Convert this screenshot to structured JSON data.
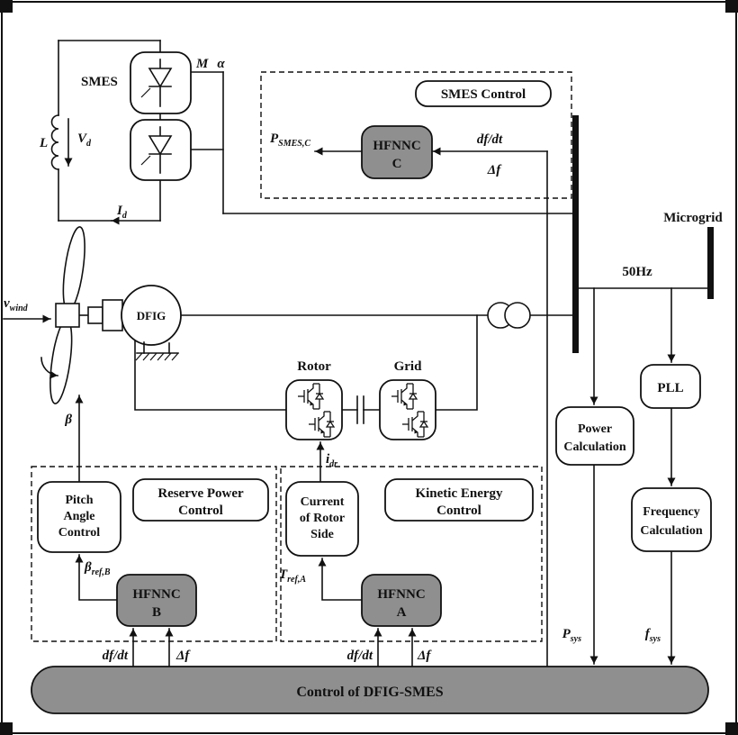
{
  "colors": {
    "gray": "#8f8f8f",
    "line": "#111111"
  },
  "smes": {
    "label": "SMES",
    "inductor": "L",
    "vd_main": "V",
    "vd_sub": "d",
    "id_main": "I",
    "id_sub": "d",
    "m": "M",
    "alpha": "α"
  },
  "smes_control": {
    "title": "SMES Control",
    "hfnnc1": "HFNNC",
    "hfnnc2": "C",
    "out_main": "P",
    "out_sub": "SMES,C",
    "dfdt": "df/dt",
    "df": "Δf"
  },
  "turbine": {
    "wind_main": "v",
    "wind_sub": "wind",
    "beta": "β",
    "dfig": "DFIG"
  },
  "converter": {
    "rotor": "Rotor",
    "grid": "Grid"
  },
  "grid": {
    "microgrid": "Microgrid",
    "hz": "50Hz"
  },
  "reserve": {
    "title1": "Reserve Power",
    "title2": "Control",
    "pitch1": "Pitch",
    "pitch2": "Angle",
    "pitch3": "Control",
    "hfnnc1": "HFNNC",
    "hfnnc2": "B",
    "bref_main": "β",
    "bref_sub": "ref,B",
    "dfdt": "df/dt",
    "df": "Δf"
  },
  "kinetic": {
    "title1": "Kinetic Energy",
    "title2": "Control",
    "cur1": "Current",
    "cur2": "of Rotor",
    "cur3": "Side",
    "hfnnc1": "HFNNC",
    "hfnnc2": "A",
    "tref_main": "T",
    "tref_sub": "ref,A",
    "idr_main": "i",
    "idr_sub": "dr",
    "dfdt": "df/dt",
    "df": "Δf"
  },
  "measure": {
    "power1": "Power",
    "power2": "Calculation",
    "pll": "PLL",
    "freq1": "Frequency",
    "freq2": "Calculation",
    "psys_main": "P",
    "psys_sub": "sys",
    "fsys_main": "f",
    "fsys_sub": "sys"
  },
  "footer": {
    "title": "Control of DFIG-SMES"
  }
}
